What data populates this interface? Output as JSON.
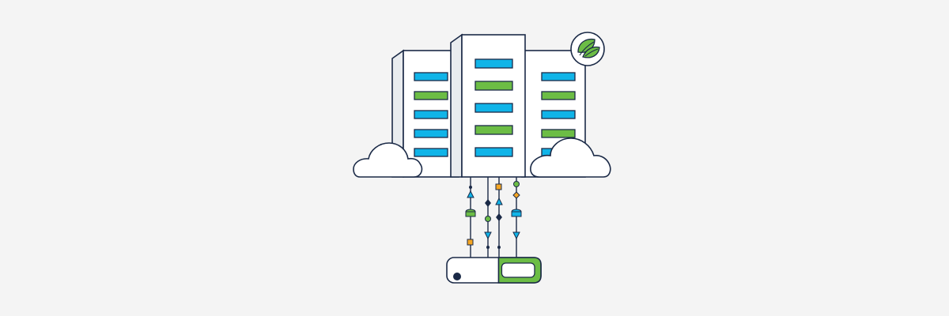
{
  "colors": {
    "background": "#f4f4f4",
    "outline": "#1b2a47",
    "building_fill": "#ffffff",
    "building_side": "#e9ecef",
    "accent_blue": "#10b4e8",
    "accent_green": "#6cbd45",
    "accent_orange": "#f5a623",
    "node_dark": "#1b2a47"
  },
  "icons": {
    "main": "server-towers-illustration",
    "badge": "leaf-icon",
    "left_cloud": "cloud-icon",
    "right_cloud": "cloud-icon",
    "storage": "storage-drive-icon"
  },
  "panels": {
    "left_tower": [
      "blue",
      "green",
      "blue",
      "blue",
      "blue"
    ],
    "center_tower": [
      "blue",
      "green",
      "blue",
      "green",
      "blue"
    ],
    "right_tower": [
      "blue",
      "green",
      "blue",
      "green",
      "blue"
    ]
  },
  "storage": {
    "fill_level": 0.45
  }
}
